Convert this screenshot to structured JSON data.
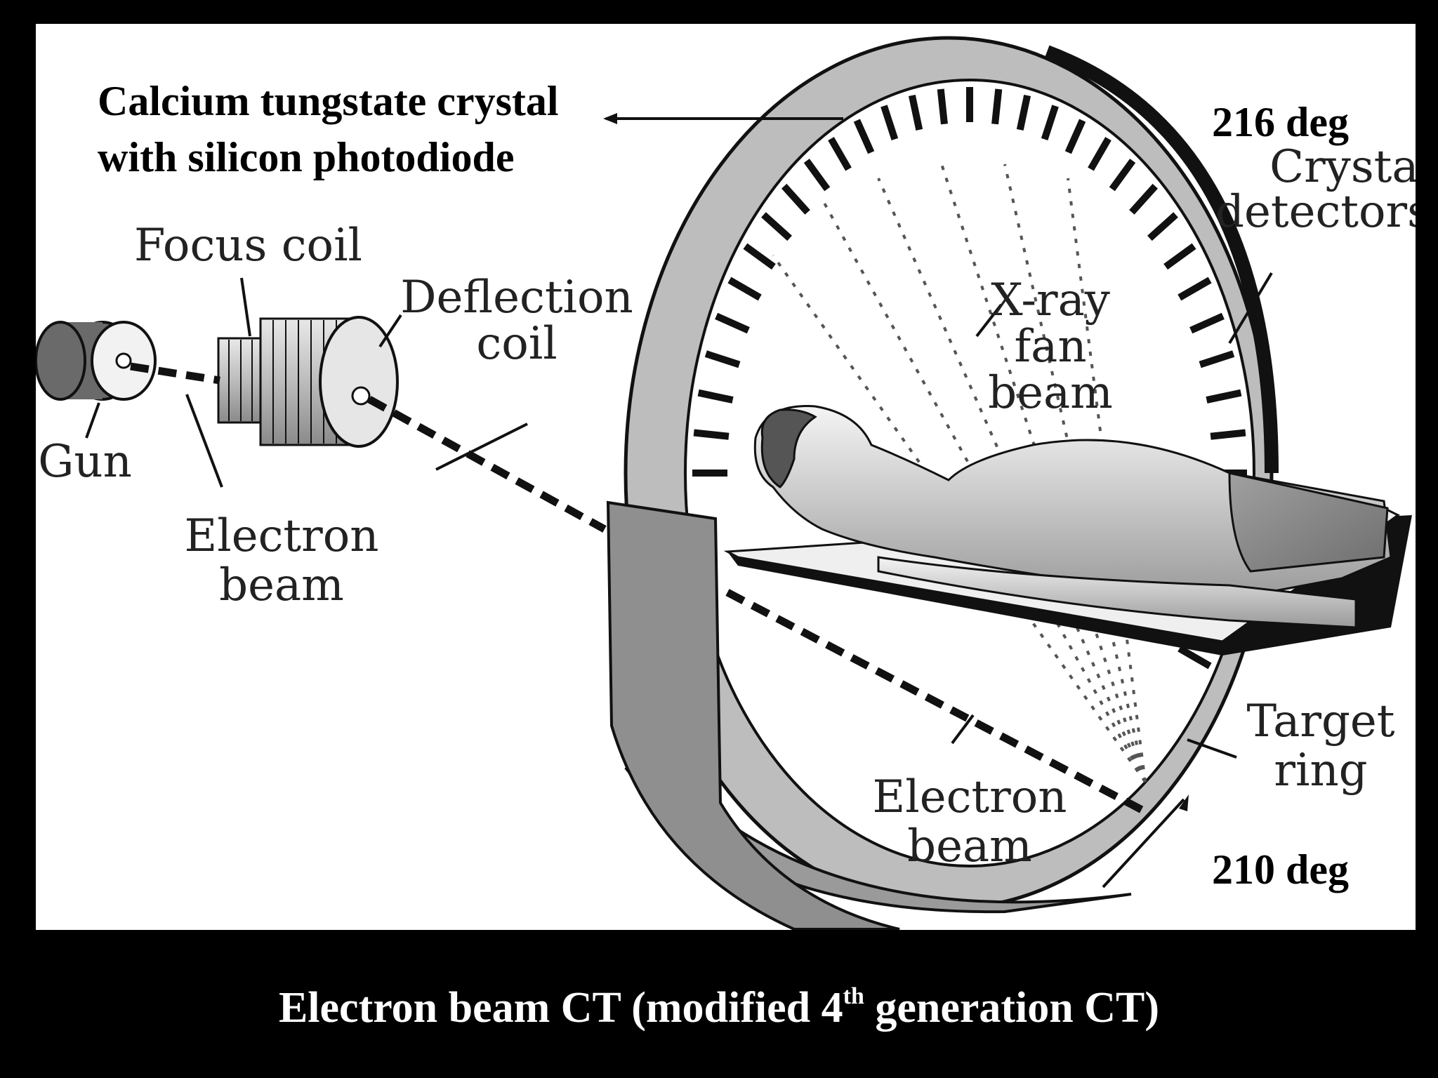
{
  "diagram": {
    "crystal_label_line1": "Calcium tungstate crystal",
    "crystal_label_line2": "with silicon photodiode",
    "top_angle": "216 deg",
    "bottom_angle": "210 deg",
    "crystal_detectors_line1": "Crystal",
    "crystal_detectors_line2": "detectors",
    "focus_coil": "Focus coil",
    "deflection_coil_line1": "Deflection",
    "deflection_coil_line2": "coil",
    "gun": "Gun",
    "electron_beam_left_line1": "Electron",
    "electron_beam_left_line2": "beam",
    "xray_line1": "X-ray",
    "xray_line2": "fan",
    "xray_line3": "beam",
    "electron_beam_bottom_line1": "Electron",
    "electron_beam_bottom_line2": "beam",
    "target_ring_line1": "Target",
    "target_ring_line2": "ring"
  },
  "caption": {
    "prefix": "Electron beam CT (modified 4",
    "superscript": "th",
    "suffix": " generation CT)"
  },
  "colors": {
    "background": "#000000",
    "panel": "#ffffff",
    "ring_face": "#bdbdbd",
    "ring_shadow": "#8a8a8a"
  },
  "icons": [
    "electron-gun-icon",
    "focus-coil-icon",
    "deflection-coil-icon",
    "patient-icon",
    "table-icon"
  ]
}
